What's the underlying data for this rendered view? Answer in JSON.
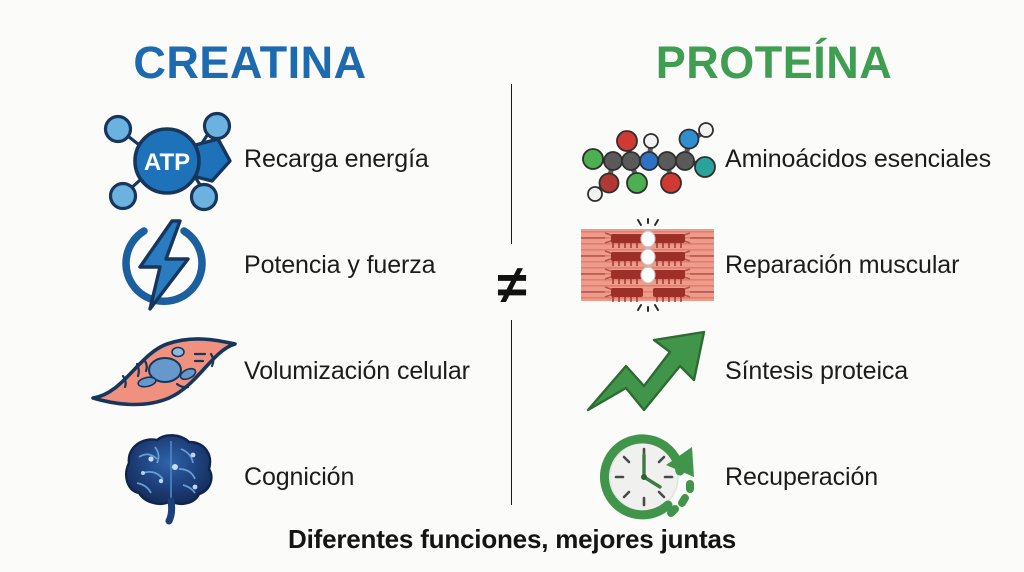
{
  "background_color": "#fbfbfa",
  "headings": {
    "left": {
      "label": "CREATINA",
      "color": "#1d6ab0"
    },
    "right": {
      "label": "PROTEÍNA",
      "color": "#3f9e52"
    }
  },
  "divider": {
    "symbol": "≠",
    "color": "#111111"
  },
  "left_column": {
    "items": [
      {
        "icon": "atp-molecule-icon",
        "icon_text": "ATP",
        "label": "Recarga energía"
      },
      {
        "icon": "lightning-bolt-icon",
        "label": "Potencia y fuerza"
      },
      {
        "icon": "muscle-cell-icon",
        "label": "Volumización celular"
      },
      {
        "icon": "brain-icon",
        "label": "Cognición"
      }
    ]
  },
  "right_column": {
    "items": [
      {
        "icon": "amino-acid-molecule-icon",
        "label": "Aminoácidos esenciales"
      },
      {
        "icon": "muscle-fiber-icon",
        "label": "Reparación muscular"
      },
      {
        "icon": "upward-arrow-icon",
        "label": "Síntesis proteica"
      },
      {
        "icon": "clock-refresh-icon",
        "label": "Recuperación"
      }
    ]
  },
  "caption": {
    "text": "Diferentes funciones, mejores juntas"
  },
  "palette": {
    "creatine_blue": "#1d6ab0",
    "protein_green": "#3f9e52",
    "node_light_blue": "#6cb2e0",
    "atp_core_blue": "#1d72ba",
    "outline_navy": "#17365c",
    "cell_pink": "#f0907f",
    "muscle_fiber_pink": "#ef9b8b",
    "text_dark": "#1c1c1c"
  }
}
